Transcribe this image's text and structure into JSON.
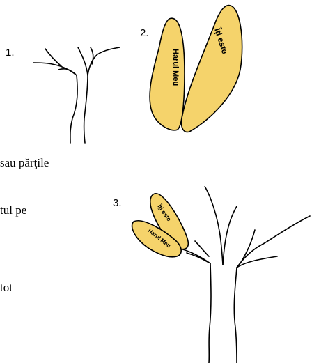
{
  "steps": {
    "step1": "1.",
    "step2": "2.",
    "step3": "3."
  },
  "leaves": {
    "left_leaf_text": "Harul Meu",
    "right_leaf_text": "Îţi este"
  },
  "text_fragments": {
    "line1": "sau părţile",
    "line2": "tul pe",
    "line3": "tot"
  },
  "colors": {
    "leaf_fill": "#F5D36B",
    "outline": "#000000"
  }
}
